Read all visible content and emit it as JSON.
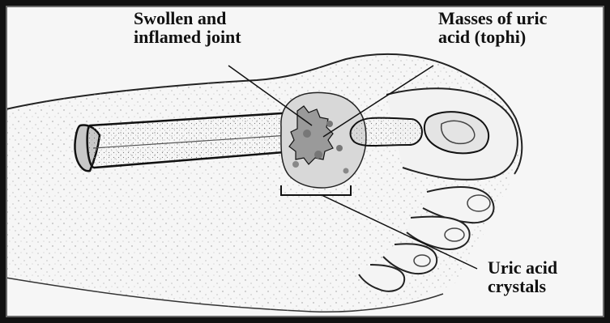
{
  "labels": {
    "swollen_joint": [
      "Swollen and",
      "inflamed joint"
    ],
    "tophi": [
      "Masses of uric",
      "acid (tophi)"
    ],
    "uric_crystals": [
      "Uric acid",
      "crystals"
    ]
  },
  "colors": {
    "frame_border": "#111111",
    "paper": "#f6f6f6",
    "ink": "#111111"
  }
}
